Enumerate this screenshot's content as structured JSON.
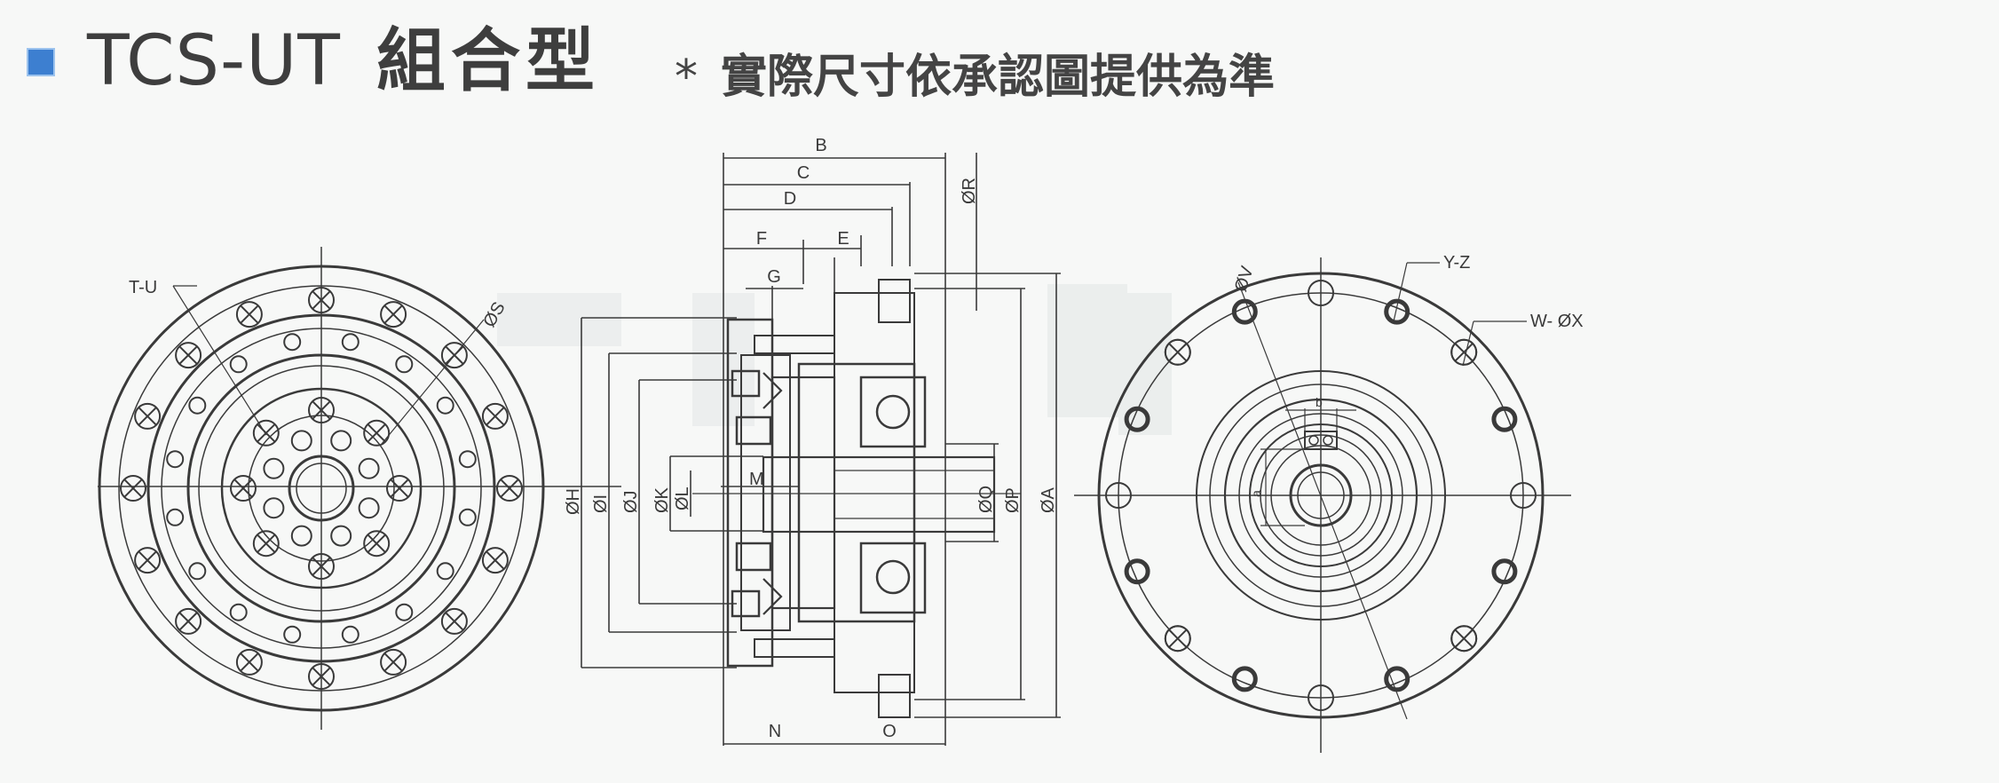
{
  "header": {
    "model": "TCS-UT",
    "type_label": "組合型",
    "note_mark": "*",
    "note": "實際尺寸依承認圖提供為準"
  },
  "left_view": {
    "label_tu": "T-U",
    "label_s": "ØS"
  },
  "side_view": {
    "dims_top": [
      "B",
      "C",
      "D",
      "F",
      "E",
      "G"
    ],
    "dim_r": "ØR",
    "dims_left": [
      "ØH",
      "ØI",
      "ØJ",
      "ØK",
      "ØL"
    ],
    "dim_m": "M",
    "dims_right": [
      "ØQ",
      "ØP",
      "ØA"
    ],
    "dims_bottom": [
      "N",
      "O"
    ]
  },
  "right_view": {
    "label_v": "ØV",
    "label_yz": "Y-Z",
    "label_wx": "W- ØX",
    "label_b": "b",
    "label_a": "a"
  },
  "colors": {
    "line": "#3a3a3a",
    "bullet": "#3d7fd0"
  }
}
